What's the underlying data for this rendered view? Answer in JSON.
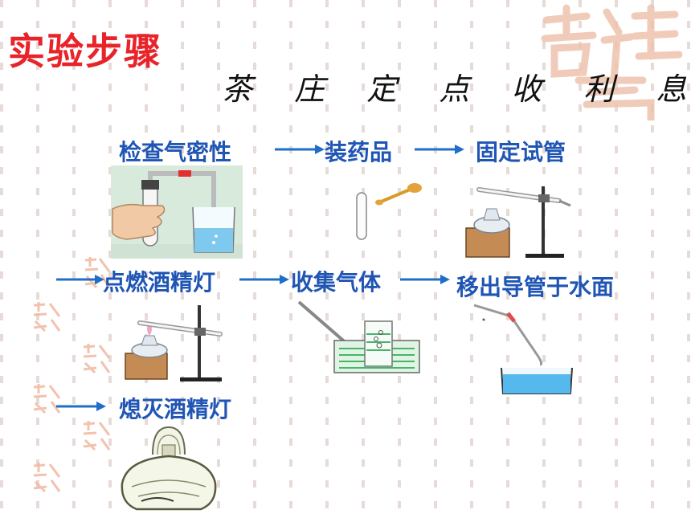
{
  "title": "实验步骤",
  "mnemonic": "茶 庄 定 点 收 利 息",
  "steps": {
    "check_airtight": "检查气密性",
    "load_reagent": "装药品",
    "fix_tube": "固定试管",
    "light_lamp": "点燃酒精灯",
    "collect_gas": "收集气体",
    "remove_tube": "移出导管于水面",
    "extinguish_lamp": "熄灭酒精灯"
  },
  "colors": {
    "title": "#e8242a",
    "steps": "#1f55b4",
    "arrows": "#1f6fc8",
    "water": "#4fb3e8",
    "seal": "#e9a98c"
  }
}
